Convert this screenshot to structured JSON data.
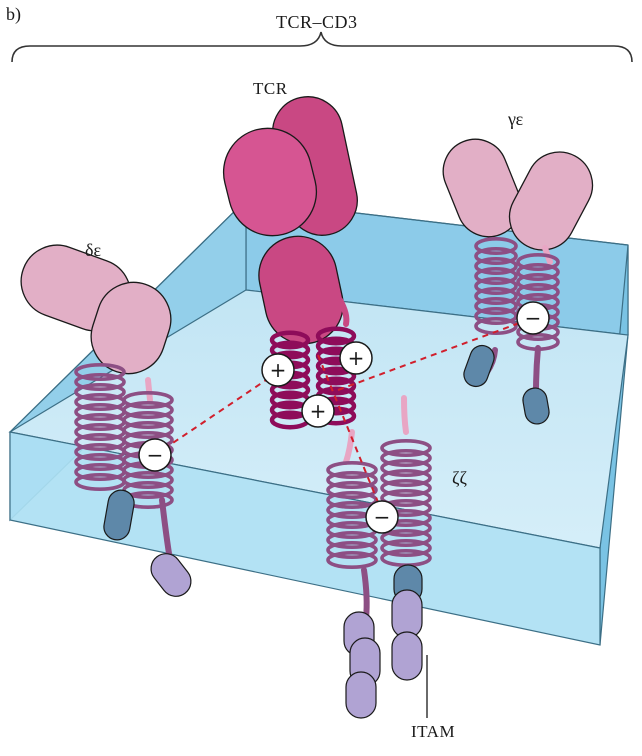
{
  "panel_label": "b)",
  "complex_label": "TCR–CD3",
  "tcr_label": "TCR",
  "delta_epsilon_label": "δε",
  "gamma_epsilon_label": "γε",
  "zeta_zeta_label": "ζζ",
  "itam_label": "ITAM",
  "charges": {
    "positive": "+",
    "negative": "−"
  },
  "colors": {
    "membrane_top": "#cfeaf7",
    "membrane_front": "#a9dcf0",
    "membrane_side": "#7fc6e6",
    "membrane_edge": "#3c6f86",
    "tcr_domain": "#c94883",
    "tcr_helix": "#8e0c5a",
    "cd3_domain": "#e2afc6",
    "cd3_helix": "#8d4f84",
    "itam_dark": "#5e88a9",
    "itam_light": "#b0a3d3",
    "linker_pink": "#e8a6c4",
    "salt_bridge": "#d11f2c"
  }
}
